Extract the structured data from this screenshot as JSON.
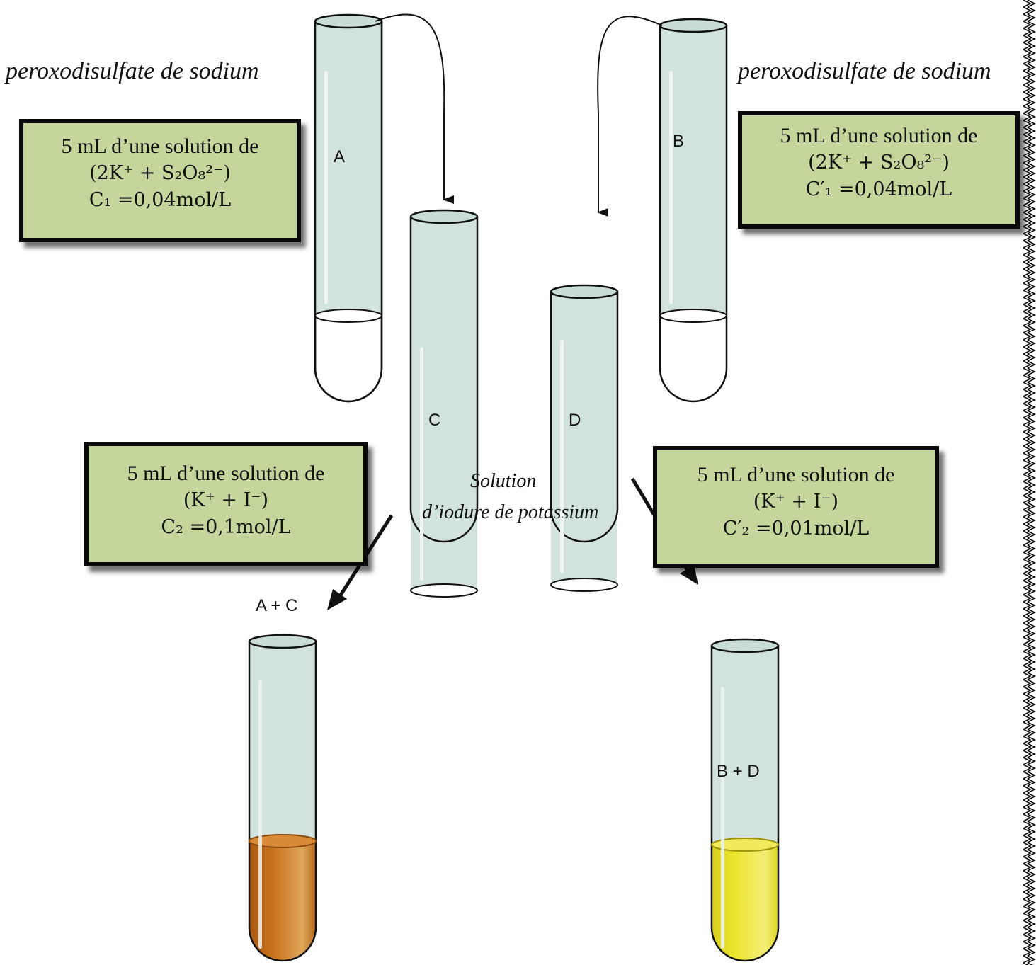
{
  "labels": {
    "reagent_left": "peroxodisulfate de sodium",
    "reagent_right": "peroxodisulfate de sodium",
    "iodide_line1": "Solution",
    "iodide_line2": "d’iodure de potassium"
  },
  "boxes": {
    "left_top": {
      "line1": "5 mL d’une solution de",
      "formula": "(2K⁺ + S₂O₈²⁻)",
      "conc": "C₁ =0,04mol/L"
    },
    "right_top": {
      "line1": "5 mL d’une solution de",
      "formula": "(2K⁺ + S₂O₈²⁻)",
      "conc": "C′₁ =0,04mol/L"
    },
    "left_mid": {
      "line1": "5 mL d’une solution de",
      "formula": "(K⁺ + I⁻)",
      "conc": "C₂ =0,1mol/L"
    },
    "right_mid": {
      "line1": "5 mL d’une solution de",
      "formula": "(K⁺ + I⁻)",
      "conc": "C′₂ =0,01mol/L"
    }
  },
  "tubes": {
    "A": "A",
    "B": "B",
    "C": "C",
    "D": "D",
    "AC": "A + C",
    "BD": "B + D"
  },
  "colors": {
    "tube_glass": "#d1e2df",
    "box_fill": "#c4d69b",
    "mix_ac": "#c8711c",
    "mix_bd": "#e8e025"
  }
}
